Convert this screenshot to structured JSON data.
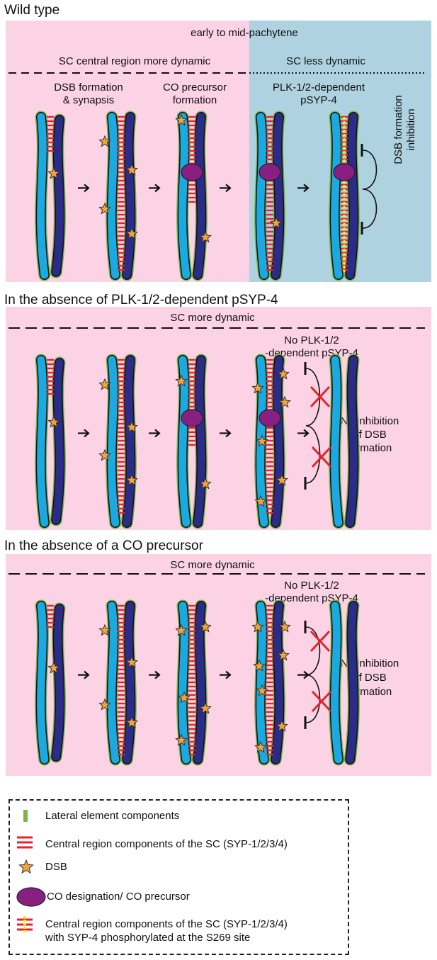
{
  "colors": {
    "pink": "#fbd3e5",
    "blue": "#aed2e0",
    "chromosome_light": "#1aa9e1",
    "chromosome_dark": "#2b2b88",
    "lateral_element": "#7ab648",
    "central_region": "#e4232b",
    "phospho": "#f5ec1a",
    "dsb_star": "#f2a33a",
    "co_precursor": "#8a1f82",
    "inhibition_x": "#e4232b"
  },
  "panel1": {
    "heading": "Wild type",
    "top_label": "early to mid-pachytene",
    "left_label": "SC central region more dynamic",
    "right_label": "SC less dynamic",
    "step1_line1": "DSB formation",
    "step1_line2": "& synapsis",
    "step2_line1": "CO precursor",
    "step2_line2": "formation",
    "step3_line1": "PLK-1/2-dependent",
    "step3_line2": "pSYP-4",
    "side_line1": "DSB formation",
    "side_line2": "inhibition"
  },
  "panel2": {
    "heading": "In the absence of PLK-1/2-dependent pSYP-4",
    "top_label": "SC more dynamic",
    "note_line1": "No PLK-1/2",
    "note_line2": "-dependent pSYP-4",
    "side_line1": "No inhibition",
    "side_line2": "of DSB",
    "side_line3": "formation"
  },
  "panel3": {
    "heading": "In the absence of a CO precursor",
    "top_label": "SC more dynamic",
    "note_line1": "No PLK-1/2",
    "note_line2": "-dependent pSYP-4",
    "side_line1": "No inhibition",
    "side_line2": "of DSB",
    "side_line3": "formation"
  },
  "legend": {
    "lateral": "Lateral element components",
    "central": "Central region components of the SC (SYP-1/2/3/4)",
    "dsb": "DSB",
    "co": "CO designation/ CO precursor",
    "phospho_line1": "Central region components of the SC (SYP-1/2/3/4)",
    "phospho_line2": "with SYP-4 phosphorylated at the S269 site"
  }
}
